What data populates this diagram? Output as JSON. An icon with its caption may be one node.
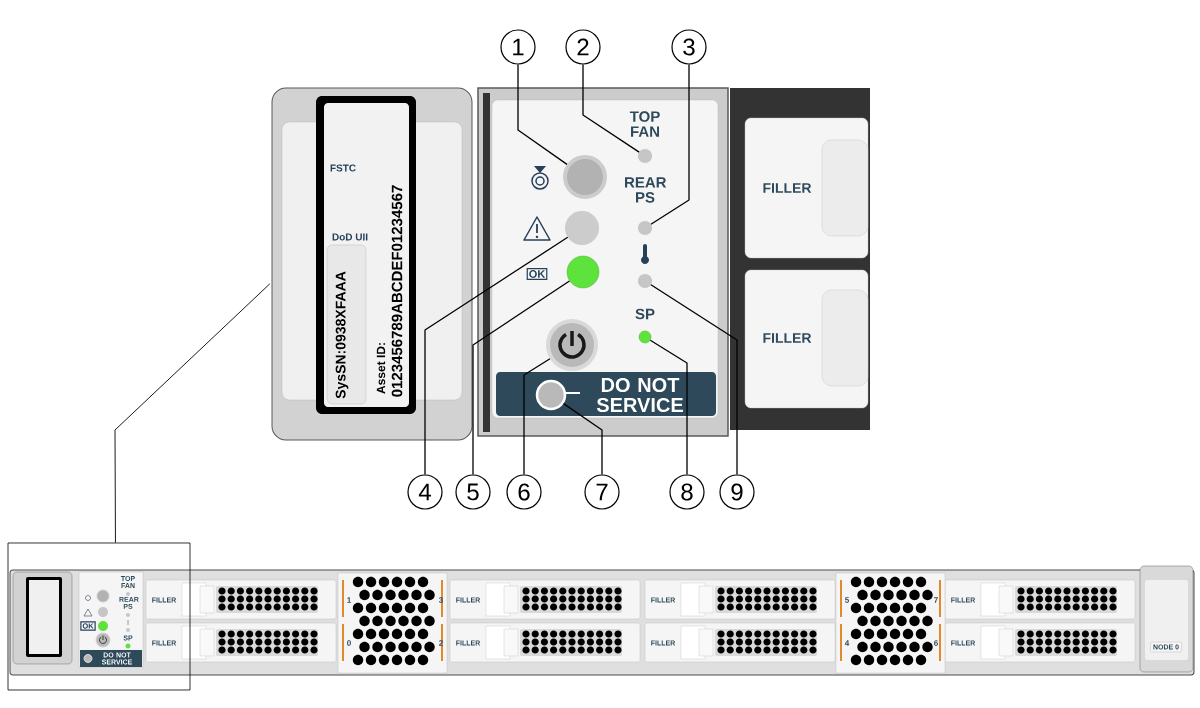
{
  "diagram": {
    "nodes": [
      {
        "text": [],
        "shape": "picture"
      },
      {
        "text": [],
        "shape": "circle",
        "in": 0
      },
      {
        "text": [],
        "shape": "circle",
        "in": 0
      },
      {
        "text": [],
        "shape": "circle",
        "in": 0
      },
      {
        "text": [],
        "shape": "circle",
        "in": 0
      },
      {
        "text": [],
        "shape": "circle",
        "in": 0
      },
      {
        "text": [],
        "shape": "circle",
        "in": 0
      },
      {
        "text": [],
        "shape": "circle",
        "in": 0
      },
      {
        "text": [],
        "shape": "circle",
        "in": 0
      },
      {
        "text": [],
        "shape": "circle",
        "in": 0
      },
      {
        "text": [
          "1"
        ]
      },
      {
        "text": [
          "2"
        ]
      },
      {
        "text": [
          "3"
        ]
      },
      {
        "text": [
          "4"
        ]
      },
      {
        "text": [
          "5"
        ]
      },
      {
        "text": [
          "6"
        ]
      },
      {
        "text": [
          "7"
        ]
      },
      {
        "text": [
          "8"
        ]
      },
      {
        "text": [
          "9"
        ]
      },
      {
        "text": [],
        "shape": "box"
      }
    ],
    "edges": [
      {
        "from": 10,
        "to": 1,
        "arrow": "none"
      },
      {
        "from": 11,
        "to": 2,
        "arrow": "none"
      },
      {
        "from": 12,
        "to": 3,
        "arrow": "none"
      },
      {
        "from": 13,
        "to": 4,
        "arrow": "none"
      },
      {
        "from": 14,
        "to": 5,
        "arrow": "none"
      },
      {
        "from": 15,
        "to": 6,
        "arrow": "none"
      },
      {
        "from": 16,
        "to": 7,
        "arrow": "none"
      },
      {
        "from": 17,
        "to": 8,
        "arrow": "none"
      },
      {
        "from": 18,
        "to": 9,
        "arrow": "none"
      },
      {
        "from": 19,
        "to": 0,
        "arrow": "none"
      }
    ],
    "labels": [
      "FSTC",
      "DoD UII",
      "SysSN:0938XFAAA",
      "Asset ID:",
      "0123456789ABCDEF01234567",
      "TOP FAN",
      "REAR PS",
      "OK",
      "SP",
      "DO NOT SERVICE",
      "FILLER",
      "FILLER",
      "TOP FAN",
      "REAR PS",
      "OK",
      "SP",
      "DO NOT SERVICE",
      "FILLER",
      "1",
      "3",
      "FILLER",
      "FILLER",
      "5",
      "7",
      "FILLER",
      "FILLER",
      "0",
      "2",
      "FILLER",
      "FILLER",
      "4",
      "6",
      "FILLER",
      "NODE 0"
    ]
  }
}
